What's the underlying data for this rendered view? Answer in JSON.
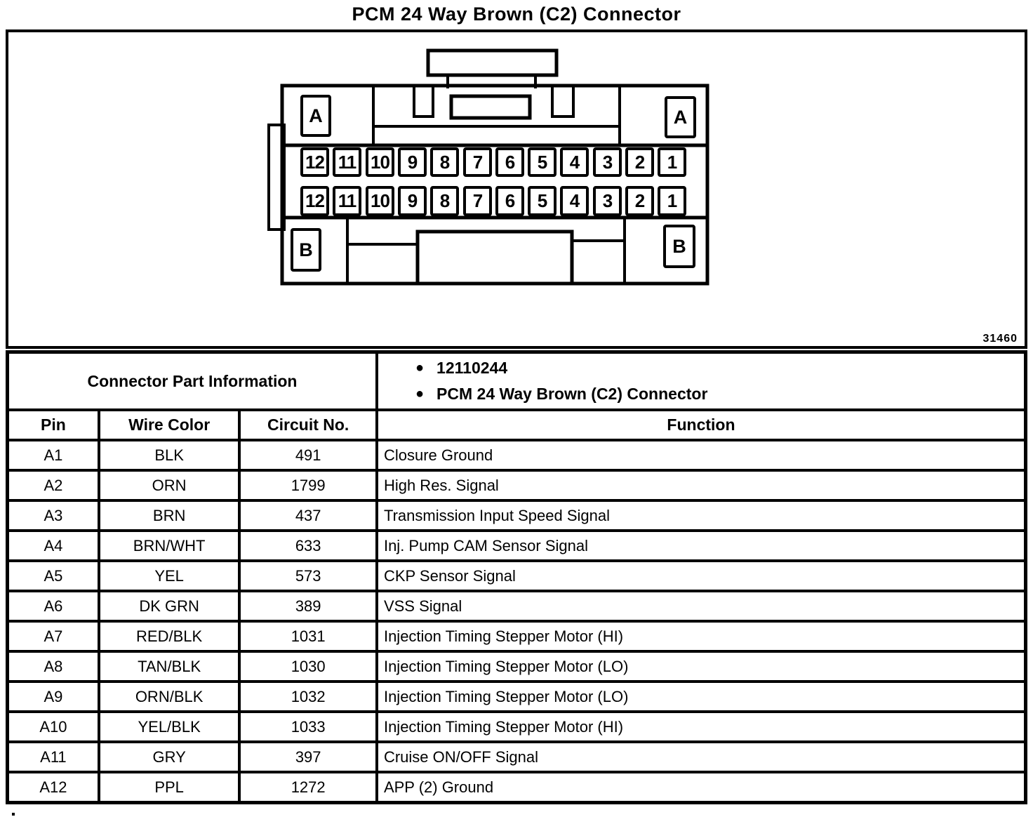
{
  "title": "PCM 24 Way Brown (C2) Connector",
  "colors": {
    "ink": "#000000",
    "paper": "#ffffff"
  },
  "diagram": {
    "figure_number": "31460",
    "connector_labels": {
      "top_left": "A",
      "top_right": "A",
      "bottom_left": "B",
      "bottom_right": "B"
    },
    "pin_row_top": [
      "12",
      "11",
      "10",
      "9",
      "8",
      "7",
      "6",
      "5",
      "4",
      "3",
      "2",
      "1"
    ],
    "pin_row_bottom": [
      "12",
      "11",
      "10",
      "9",
      "8",
      "7",
      "6",
      "5",
      "4",
      "3",
      "2",
      "1"
    ]
  },
  "part_info": {
    "header": "Connector Part Information",
    "bullets": [
      "12110244",
      "PCM 24 Way Brown (C2) Connector"
    ]
  },
  "table": {
    "columns": [
      "Pin",
      "Wire Color",
      "Circuit No.",
      "Function"
    ],
    "rows": [
      [
        "A1",
        "BLK",
        "491",
        "Closure Ground"
      ],
      [
        "A2",
        "ORN",
        "1799",
        "High Res. Signal"
      ],
      [
        "A3",
        "BRN",
        "437",
        "Transmission Input Speed Signal"
      ],
      [
        "A4",
        "BRN/WHT",
        "633",
        "Inj. Pump CAM Sensor Signal"
      ],
      [
        "A5",
        "YEL",
        "573",
        "CKP Sensor Signal"
      ],
      [
        "A6",
        "DK GRN",
        "389",
        "VSS Signal"
      ],
      [
        "A7",
        "RED/BLK",
        "1031",
        "Injection Timing Stepper Motor (HI)"
      ],
      [
        "A8",
        "TAN/BLK",
        "1030",
        "Injection Timing Stepper Motor (LO)"
      ],
      [
        "A9",
        "ORN/BLK",
        "1032",
        "Injection Timing Stepper Motor (LO)"
      ],
      [
        "A10",
        "YEL/BLK",
        "1033",
        "Injection Timing Stepper Motor (HI)"
      ],
      [
        "A11",
        "GRY",
        "397",
        "Cruise ON/OFF Signal"
      ],
      [
        "A12",
        "PPL",
        "1272",
        "APP (2) Ground"
      ]
    ]
  }
}
